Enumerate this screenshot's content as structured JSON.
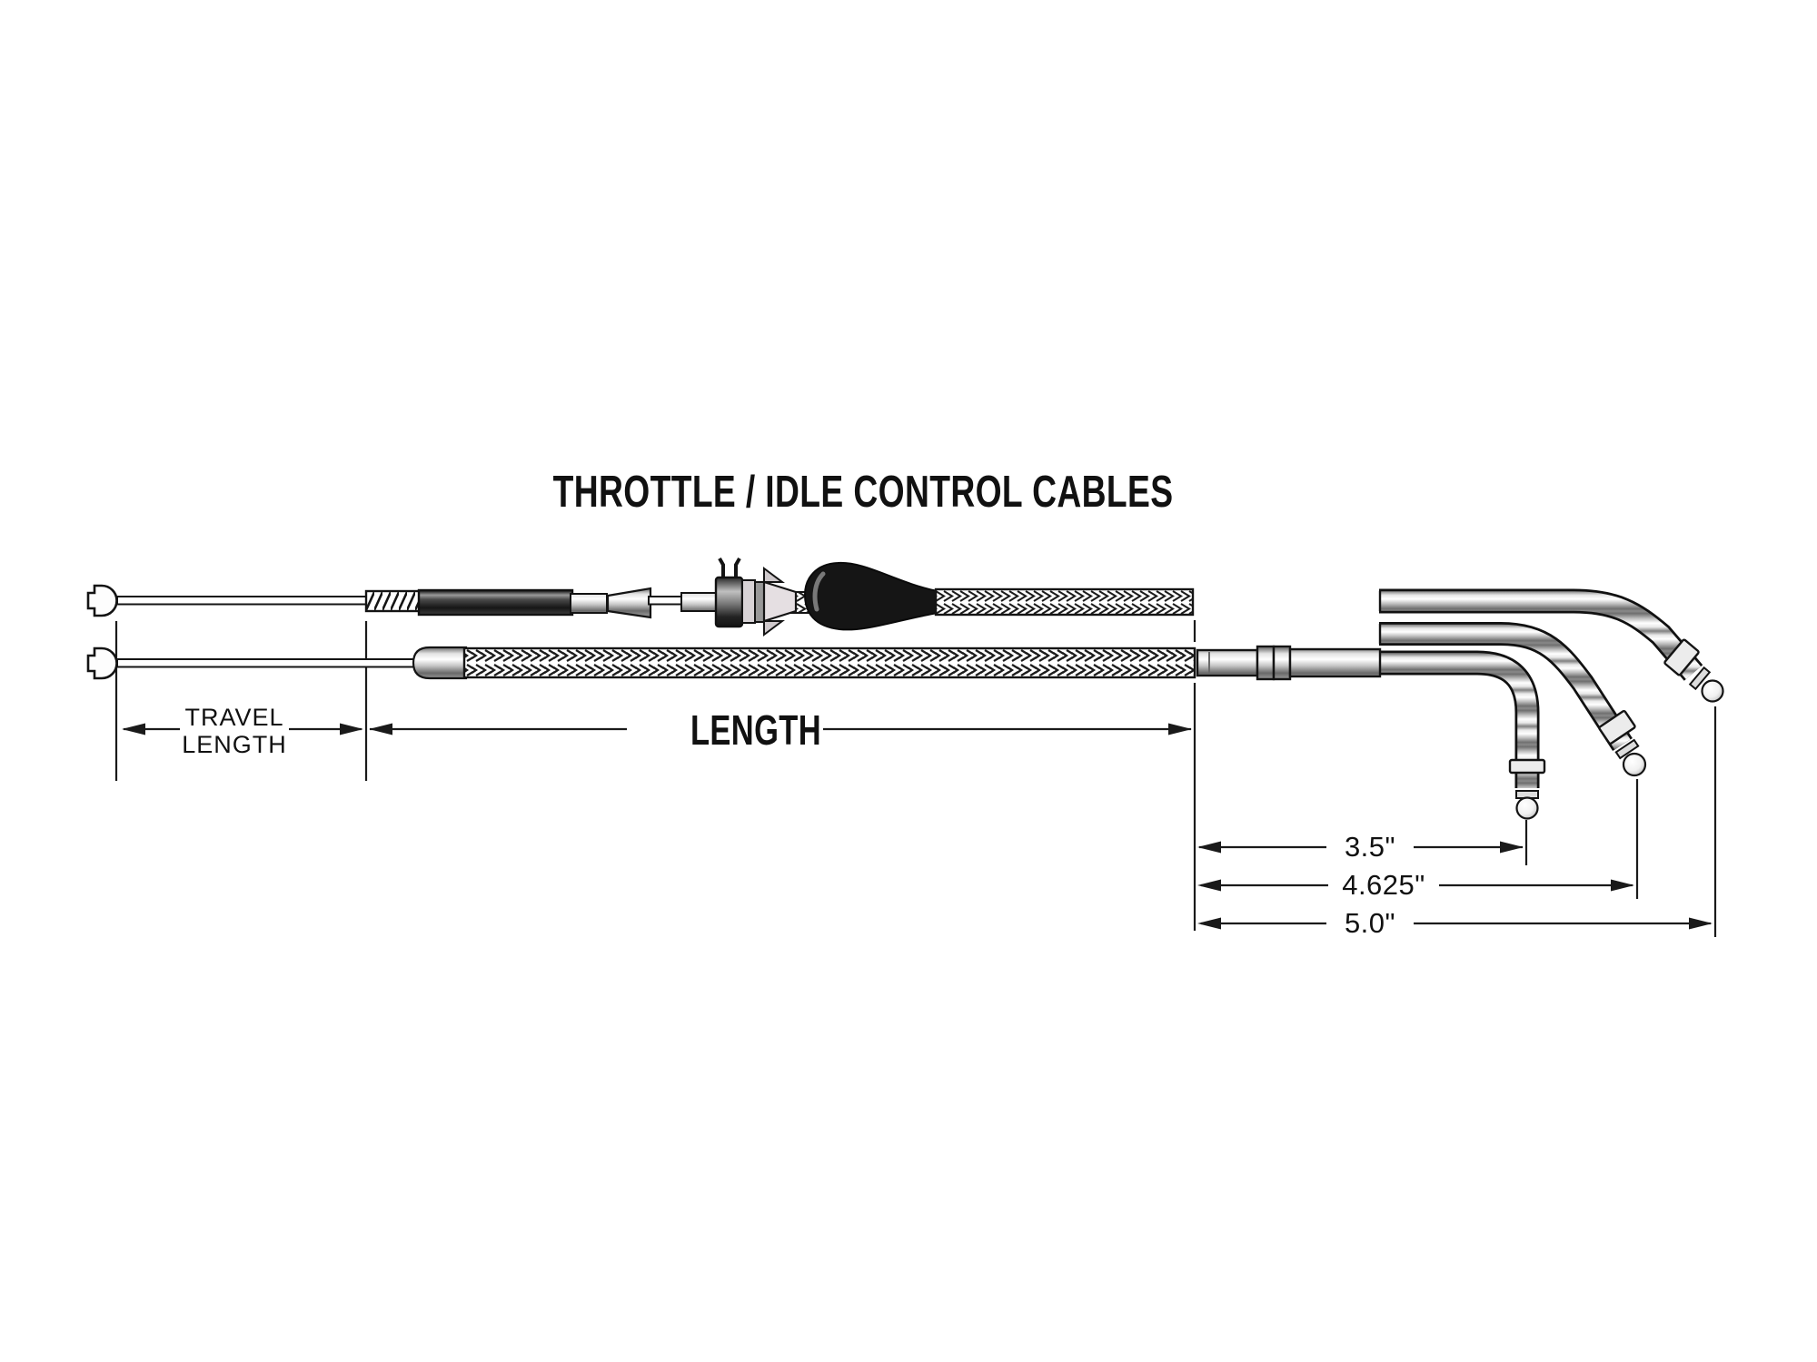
{
  "title": "THROTTLE / IDLE CONTROL CABLES",
  "dimensions": {
    "travel": {
      "line1": "TRAVEL",
      "line2": "LENGTH"
    },
    "length_label": "LENGTH",
    "end_lengths": [
      "3.5\"",
      "4.625\"",
      "5.0\""
    ]
  },
  "colors": {
    "ink": "#141414",
    "background": "#ffffff",
    "boot_black": "#151515",
    "metal_highlight": "#ffffff",
    "metal_shadow": "#6a6a6a"
  }
}
